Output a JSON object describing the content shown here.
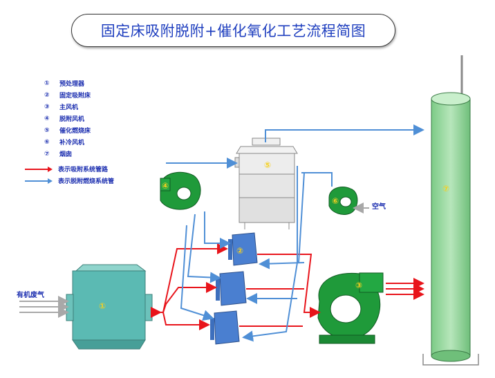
{
  "title": "固定床吸附脱附+催化氧化工艺流程简图",
  "legend_items": [
    {
      "num": "①",
      "label": "预处理器"
    },
    {
      "num": "②",
      "label": "固定吸附床"
    },
    {
      "num": "③",
      "label": "主风机"
    },
    {
      "num": "④",
      "label": "脱附风机"
    },
    {
      "num": "⑤",
      "label": "催化燃烧床"
    },
    {
      "num": "⑥",
      "label": "补冷风机"
    },
    {
      "num": "⑦",
      "label": "烟囱"
    }
  ],
  "line_legend": [
    {
      "label": "表示吸附系统管路",
      "color": "#e8141b"
    },
    {
      "label": "表示脱附燃烧系统管",
      "color": "#4f8fd6"
    }
  ],
  "labels": {
    "inlet": "有机废气",
    "air": "空气"
  },
  "badges": {
    "pretreat": "①",
    "bed": "②",
    "main_fan": "③",
    "desorb_fan": "④",
    "catalytic": "⑤",
    "cool_fan": "⑥",
    "chimney": "⑦"
  },
  "colors": {
    "adsorption_pipe": "#e8141b",
    "desorption_pipe": "#4f8fd6",
    "fan_green": "#1f9a3a",
    "chimney_green": "#9fd8a4",
    "pretreat_teal": "#5bbab3",
    "bed_blue": "#4a7fd0"
  }
}
